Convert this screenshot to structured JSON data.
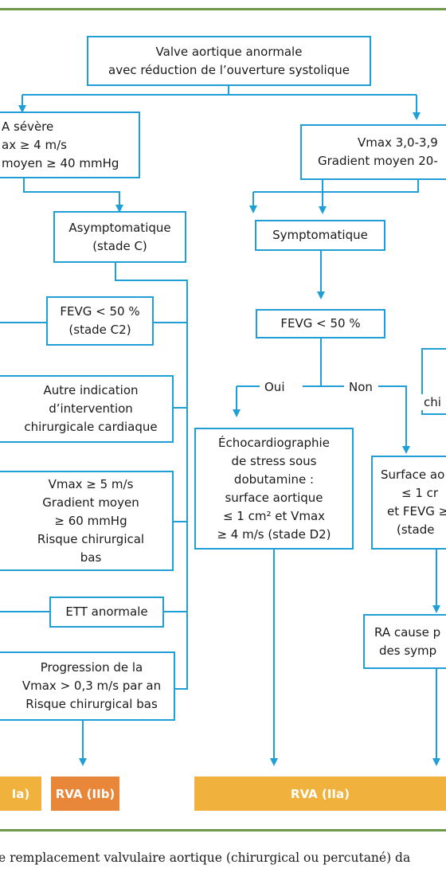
{
  "colors": {
    "line": "#1f9fd6",
    "result_dark": "#e8863a",
    "result_light": "#f0b23c",
    "rule": "#6f9a4c"
  },
  "nodes": {
    "root": [
      "Valve aortique anormale",
      "avec réduction de l’ouverture systolique"
    ],
    "severe": [
      "A sévère",
      "ax ≥ 4 m/s",
      "moyen ≥ 40 mmHg"
    ],
    "moderate": [
      "Vmax 3,0-3,9",
      "Gradient moyen 20-"
    ],
    "asymptomatic": [
      "Asymptomatique",
      "(stade C)"
    ],
    "symptomatic": [
      "Symptomatique"
    ],
    "fevg_c2": [
      "FEVG < 50 %",
      "(stade C2)"
    ],
    "fevg_mid": [
      "FEVG < 50 %"
    ],
    "other_indication": [
      "Autre indication",
      "d’intervention",
      "chirurgicale cardiaque"
    ],
    "vmax5": [
      "Vmax ≥ 5 m/s",
      "Gradient moyen",
      "≥ 60 mmHg",
      "Risque chirurgical",
      "bas"
    ],
    "ett": [
      "ETT anormale"
    ],
    "progression": [
      "Progression de la",
      "Vmax > 0,3 m/s par an",
      "Risque chirurgical bas"
    ],
    "echo_stress": [
      "Échocardiographie",
      "de stress sous",
      "dobutamine :",
      "surface aortique",
      "≤ 1 cm² et Vmax",
      "≥ 4 m/s (stade D2)"
    ],
    "surface": [
      "Surface ao",
      "≤ 1 cr",
      "et FEVG ≥",
      "(stade"
    ],
    "ra_cause": [
      "RA cause p",
      "des symp"
    ],
    "partial_right": [
      "chi"
    ]
  },
  "branch_labels": {
    "yes": "Oui",
    "no": "Non"
  },
  "results": {
    "left_partial": "Ia)",
    "rva_iib": "RVA (IIb)",
    "rva_iia": "RVA (IIa)"
  },
  "caption": "e remplacement valvulaire aortique (chirurgical ou percutané) da"
}
